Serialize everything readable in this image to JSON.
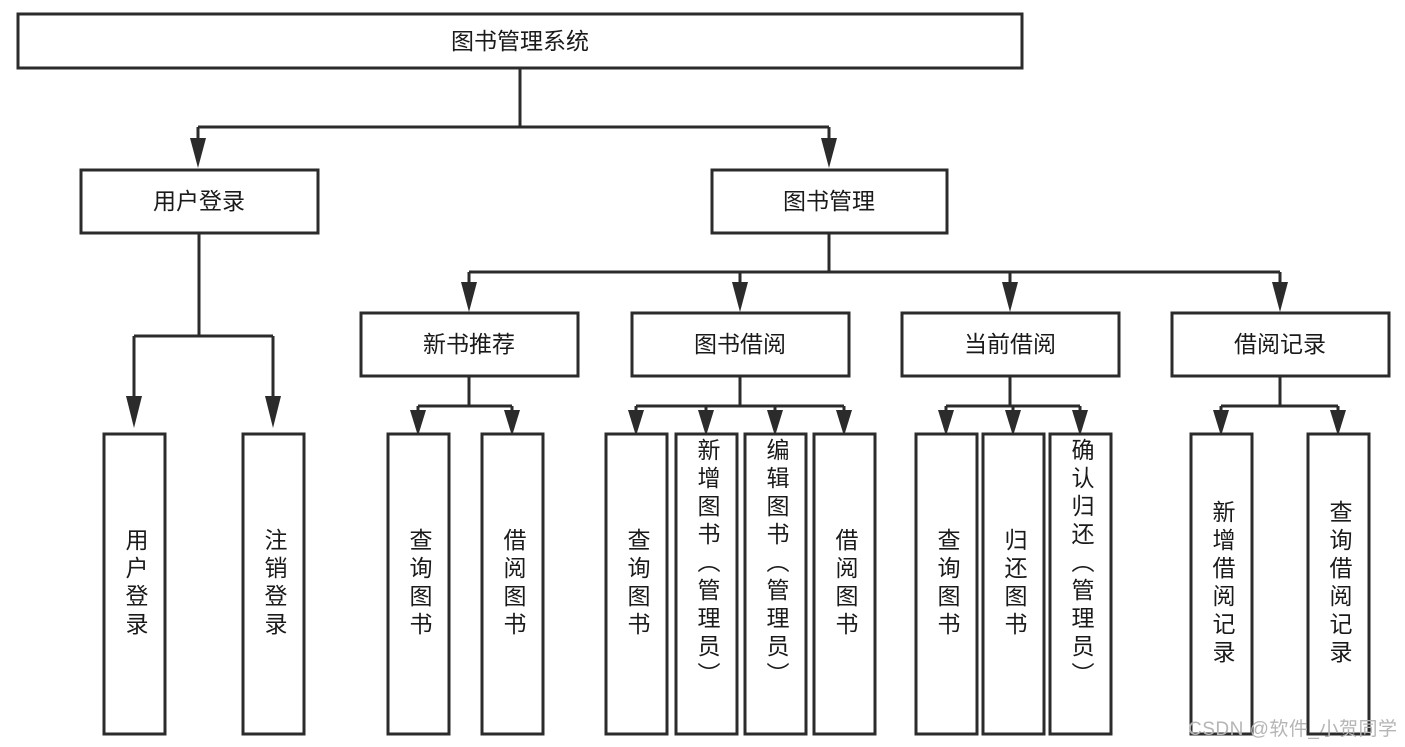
{
  "diagram": {
    "title": "图书管理系统",
    "type": "tree-hierarchy-chart",
    "watermark": "CSDN @软件_小贺同学",
    "colors": {
      "stroke": "#2b2b2b",
      "fill": "#ffffff",
      "text": "#1a1a1a",
      "watermark": "#b5b5b5"
    },
    "levels": {
      "root": {
        "label": "图书管理系统"
      },
      "level2": [
        {
          "label": "用户登录"
        },
        {
          "label": "图书管理"
        }
      ],
      "level3": [
        {
          "label": "新书推荐"
        },
        {
          "label": "图书借阅"
        },
        {
          "label": "当前借阅"
        },
        {
          "label": "借阅记录"
        }
      ]
    },
    "leaves": {
      "user_login": [
        {
          "label": "用户登录"
        },
        {
          "label": "注销登录"
        }
      ],
      "new_book_recommend": [
        {
          "label": "查询图书"
        },
        {
          "label": "借阅图书"
        }
      ],
      "book_borrow": [
        {
          "label": "查询图书"
        },
        {
          "label": "新增图书（管理员）"
        },
        {
          "label": "编辑图书（管理员）"
        },
        {
          "label": "借阅图书"
        }
      ],
      "current_borrow": [
        {
          "label": "查询图书"
        },
        {
          "label": "归还图书"
        },
        {
          "label": "确认归还（管理员）"
        }
      ],
      "borrow_record": [
        {
          "label": "新增借阅记录"
        },
        {
          "label": "查询借阅记录"
        }
      ]
    }
  }
}
